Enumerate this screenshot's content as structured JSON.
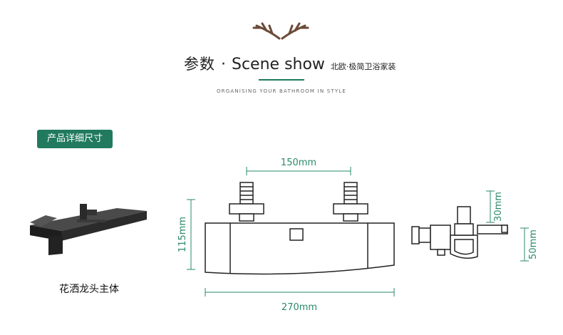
{
  "header": {
    "logo_icon": "antlers-icon",
    "title_cn": "参数",
    "title_dot": "·",
    "title_en": "Scene show",
    "title_sub": "北欧·极简卫浴家装",
    "tagline": "ORGANISING YOUR BATHROOM IN STYLE"
  },
  "section": {
    "badge": "产品详细尺寸",
    "product_caption": "花洒龙头主体"
  },
  "dimensions": {
    "top_width": "150mm",
    "height": "115mm",
    "total_width": "270mm",
    "side_top": "30mm",
    "side_height": "50mm"
  },
  "colors": {
    "accent": "#217a5e",
    "dimension_line": "#2a8a68",
    "product": "#2b2b2b"
  }
}
